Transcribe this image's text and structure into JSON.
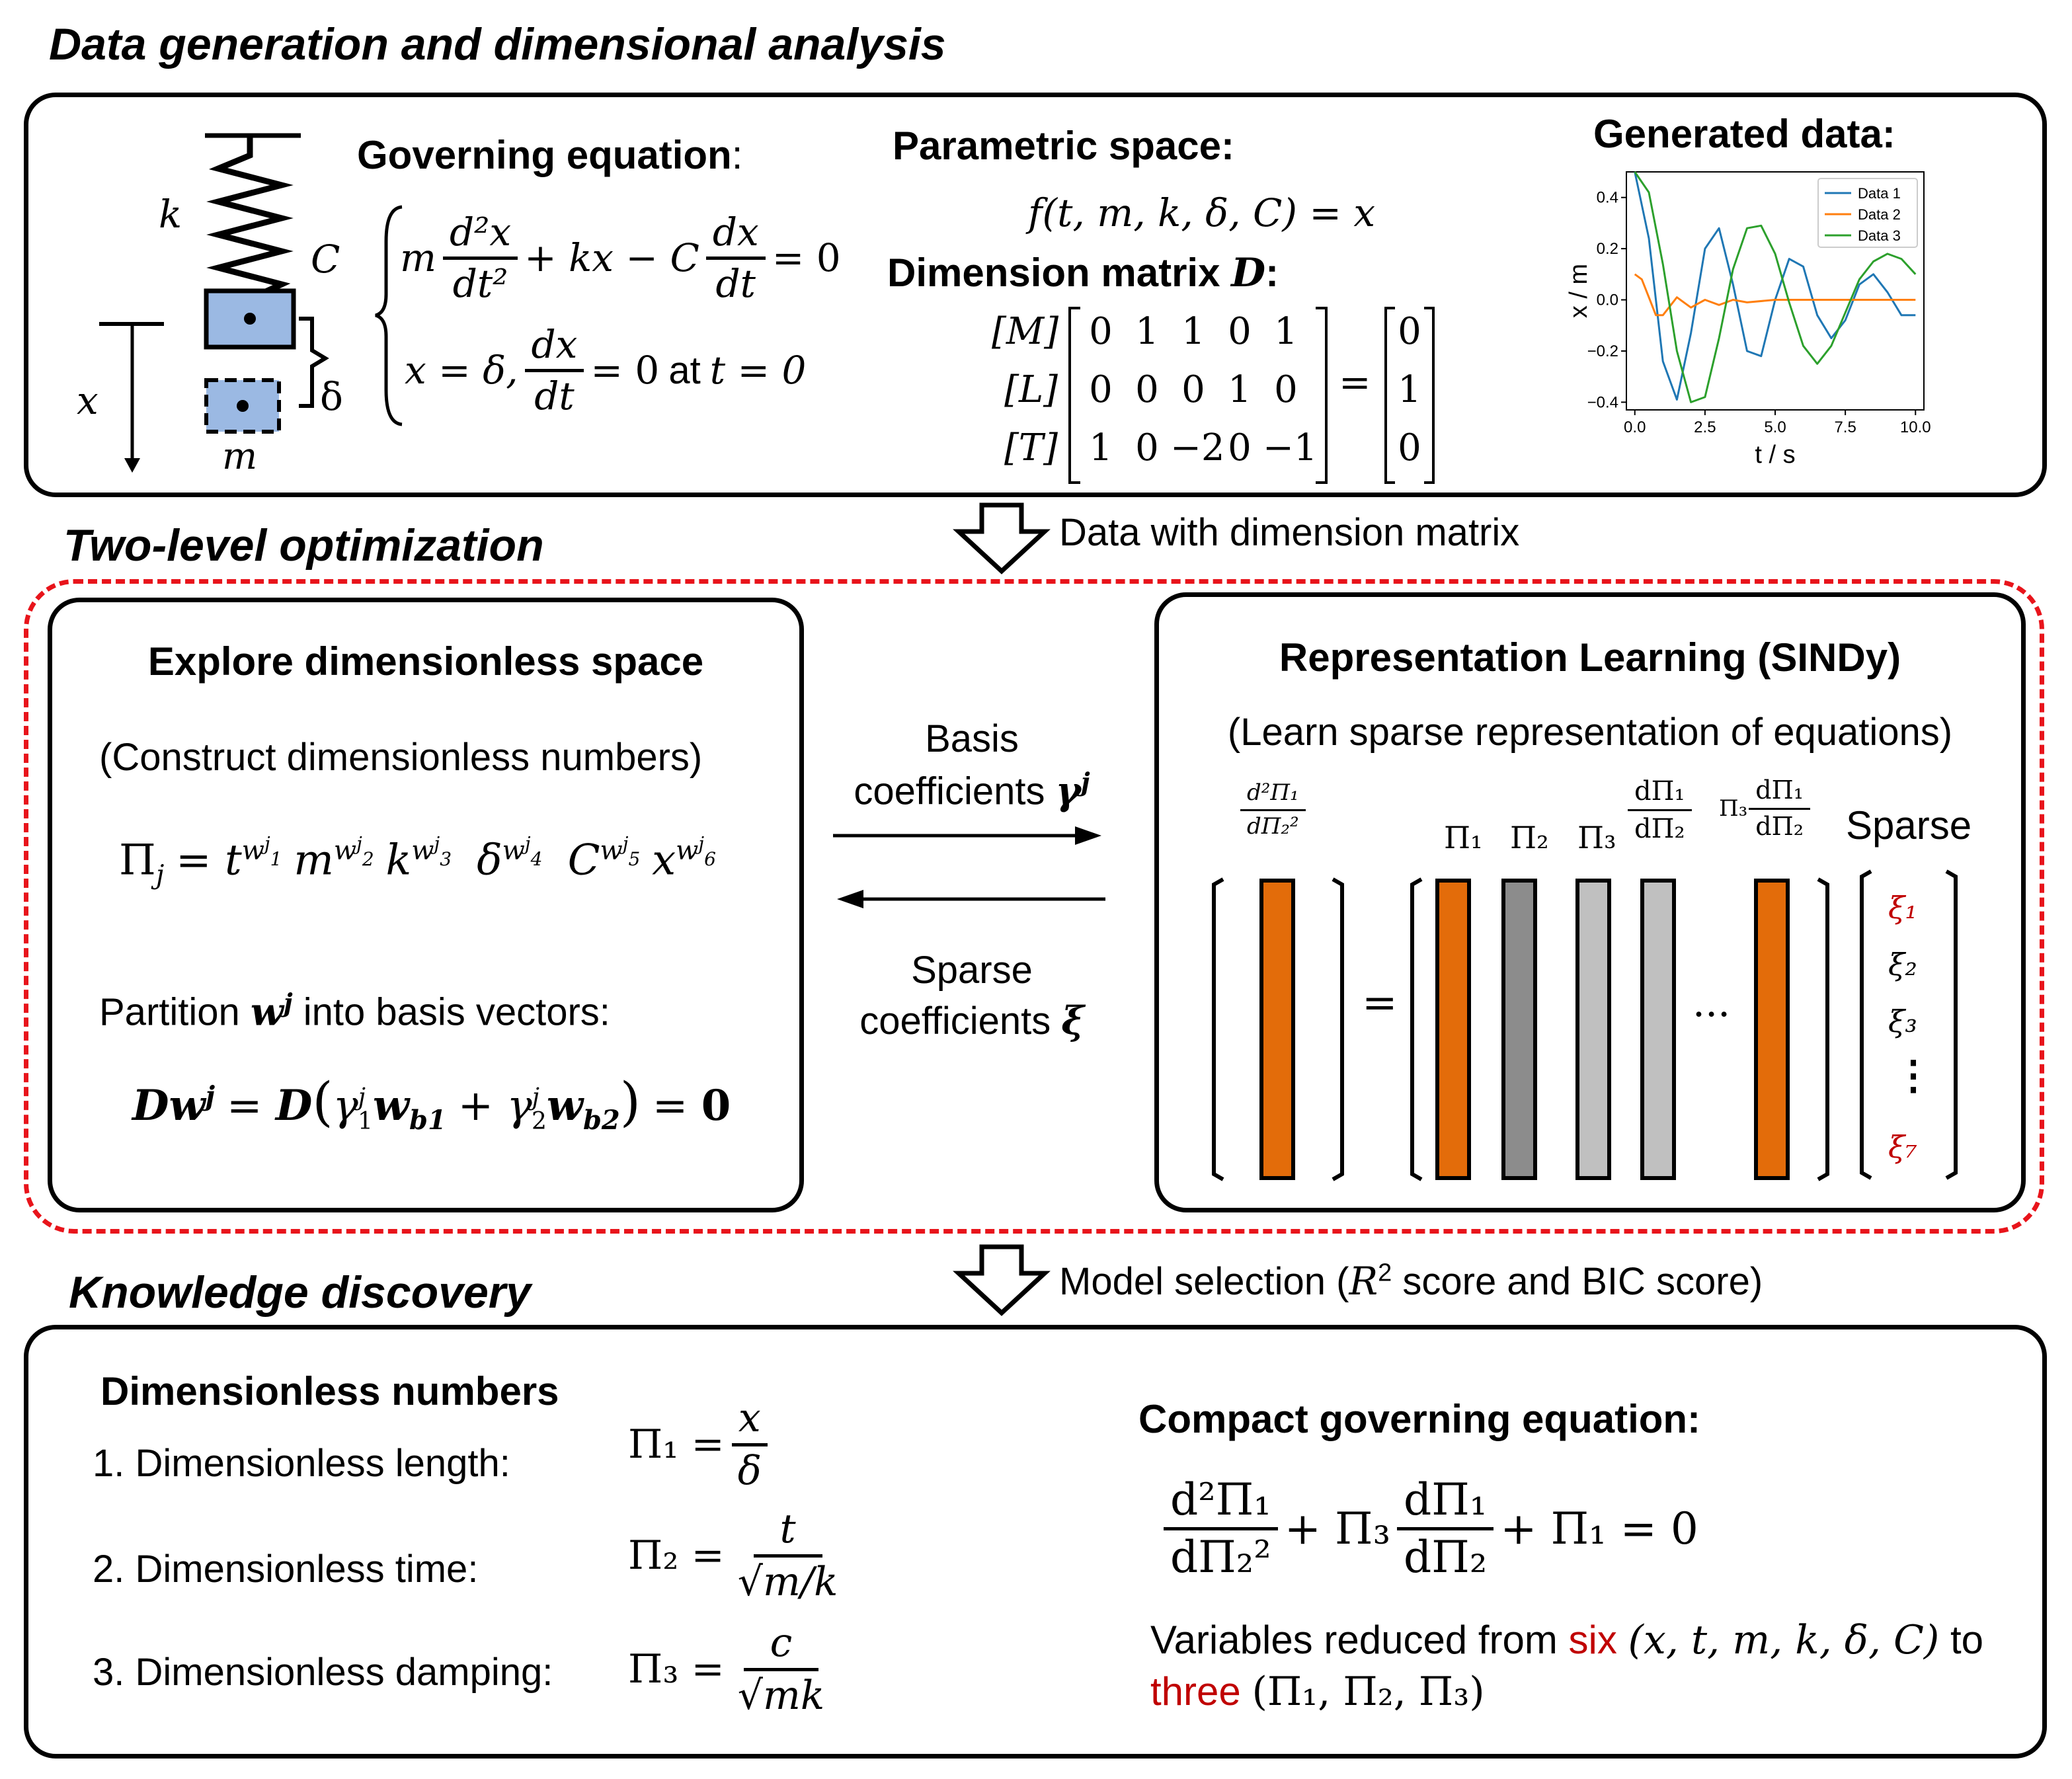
{
  "sections": {
    "data_generation": "Data generation and dimensional analysis",
    "two_level": "Two-level optimization",
    "knowledge": "Knowledge discovery"
  },
  "spring_labels": {
    "k": "k",
    "C": "C",
    "x": "x",
    "delta": "δ",
    "m": "m"
  },
  "governing": {
    "title": "Governing equation",
    "colon": ":",
    "eq1_m": "m",
    "eq1_num": "d²x",
    "eq1_den": "dt²",
    "eq1_mid": "+ kx − C",
    "eq1_num2": "dx",
    "eq1_den2": "dt",
    "eq1_end": "= 0",
    "eq2_start": "x = δ,",
    "eq2_num": "dx",
    "eq2_den": "dt",
    "eq2_mid": "= 0",
    "eq2_at": "at",
    "eq2_end": "t = 0"
  },
  "parametric": {
    "title": "Parametric space:",
    "func": "f(t, m, k, δ, C) = x",
    "dim_title": "Dimension matrix",
    "dim_symbol": "D",
    "dim_colon": ":",
    "rows": [
      "[M]",
      "[L]",
      "[T]"
    ],
    "matrix": [
      [
        "0",
        "1",
        "1",
        "0",
        "1"
      ],
      [
        "0",
        "0",
        "0",
        "1",
        "0"
      ],
      [
        "1",
        "0",
        "−2",
        "0",
        "−1"
      ]
    ],
    "equals": "=",
    "rhs": [
      "0",
      "1",
      "0"
    ]
  },
  "generated": {
    "title": "Generated data:",
    "ylabel": "x / m",
    "xlabel": "t / s"
  },
  "chart_data": {
    "type": "line",
    "title": "",
    "xlabel": "t / s",
    "ylabel": "x / m",
    "xlim": [
      -0.3,
      10.3
    ],
    "ylim": [
      -0.43,
      0.5
    ],
    "xticks": [
      "0.0",
      "2.5",
      "5.0",
      "7.5",
      "10.0"
    ],
    "yticks": [
      "−0.4",
      "−0.2",
      "0.0",
      "0.2",
      "0.4"
    ],
    "legend": "top-right",
    "grid": false,
    "series": [
      {
        "name": "Data 1",
        "color": "#1f77b4",
        "x": [
          0,
          0.5,
          1.0,
          1.5,
          2.0,
          2.5,
          3.0,
          3.5,
          4.0,
          4.5,
          5.0,
          5.5,
          6.0,
          6.5,
          7.0,
          7.5,
          8.0,
          8.5,
          9.0,
          9.5,
          10.0
        ],
        "y": [
          0.5,
          0.24,
          -0.24,
          -0.39,
          -0.13,
          0.2,
          0.28,
          0.06,
          -0.2,
          -0.22,
          0.0,
          0.16,
          0.13,
          -0.06,
          -0.15,
          -0.08,
          0.06,
          0.1,
          0.03,
          -0.06,
          -0.06
        ]
      },
      {
        "name": "Data 2",
        "color": "#ff7f0e",
        "x": [
          0,
          0.25,
          0.5,
          0.75,
          1.0,
          1.5,
          2.0,
          2.5,
          3.0,
          3.5,
          4.0,
          5.0,
          6.0,
          7.0,
          8.0,
          9.0,
          10.0
        ],
        "y": [
          0.1,
          0.08,
          0.01,
          -0.06,
          -0.06,
          0.01,
          -0.03,
          0.0,
          -0.02,
          0.0,
          -0.01,
          0.0,
          0.0,
          0.0,
          0.0,
          0.0,
          0.0
        ]
      },
      {
        "name": "Data 3",
        "color": "#2ca02c",
        "x": [
          0,
          0.5,
          1.0,
          1.5,
          2.0,
          2.5,
          3.0,
          3.5,
          4.0,
          4.5,
          5.0,
          5.5,
          6.0,
          6.5,
          7.0,
          7.5,
          8.0,
          8.5,
          9.0,
          9.5,
          10.0
        ],
        "y": [
          0.5,
          0.42,
          0.14,
          -0.2,
          -0.4,
          -0.38,
          -0.15,
          0.12,
          0.28,
          0.29,
          0.18,
          -0.01,
          -0.18,
          -0.25,
          -0.18,
          -0.05,
          0.08,
          0.15,
          0.18,
          0.16,
          0.1
        ]
      }
    ]
  },
  "arrow1_label": "Data with dimension matrix",
  "explore": {
    "title": "Explore dimensionless space",
    "subtitle": "(Construct dimensionless numbers)",
    "pi_eq": "Π_j = t^{w1} m^{w2} k^{w3} δ^{w4} C^{w5} x^{w6}",
    "partition_a": "Partition",
    "partition_w": "w",
    "partition_j": "j",
    "partition_b": "into basis vectors:",
    "dw_eq": "Dw^j = D(γ1 w_b1 + γ2 w_b2) = 0"
  },
  "middle": {
    "basis_line1": "Basis",
    "basis_line2": "coefficients",
    "basis_sym": "γ",
    "basis_sup": "j",
    "sparse_line1": "Sparse",
    "sparse_line2": "coefficients",
    "sparse_sym": "ξ"
  },
  "repr": {
    "title": "Representation Learning (SINDy)",
    "subtitle": "(Learn sparse representation of equations)",
    "lhs_label_num": "d²Π₁",
    "lhs_label_den": "dΠ₂²",
    "col_labels": [
      "Π₁",
      "Π₂",
      "Π₃"
    ],
    "col4_num": "dΠ₁",
    "col4_den": "dΠ₂",
    "col5_pre": "Π₃",
    "col5_num": "dΠ₁",
    "col5_den": "dΠ₂",
    "equals": "=",
    "dots": "···",
    "sparse_label": "Sparse",
    "xi": [
      "ξ₁",
      "ξ₂",
      "ξ₃",
      "⋮",
      "ξ₇"
    ],
    "orange": "#e36c0a",
    "gray_dark": "#8c8c8c",
    "gray_light": "#c0c0c0"
  },
  "arrow2_label_a": "Model selection (",
  "arrow2_label_r": "R",
  "arrow2_label_sup": "2",
  "arrow2_label_b": "score and BIC score)",
  "dimnums": {
    "title": "Dimensionless numbers",
    "items": [
      "1. Dimensionless length:",
      "2. Dimensionless time:",
      "3. Dimensionless damping:"
    ],
    "pi1_lhs": "Π₁ =",
    "pi1_num": "x",
    "pi1_den": "δ",
    "pi2_lhs": "Π₂ =",
    "pi2_num": "t",
    "pi2_den": "√m/k",
    "pi3_lhs": "Π₃ =",
    "pi3_num": "c",
    "pi3_den": "√mk"
  },
  "compact": {
    "title": "Compact governing equation:",
    "num1": "d²Π₁",
    "den1": "dΠ₂²",
    "mid": "+ Π₃",
    "num2": "dΠ₁",
    "den2": "dΠ₂",
    "end": "+ Π₁ = 0",
    "reduced_a": "Variables reduced from",
    "six": "six",
    "vars6": "(x, t, m, k, δ, C)",
    "to": "to",
    "three": "three",
    "vars3": "(Π₁, Π₂, Π₃)"
  }
}
